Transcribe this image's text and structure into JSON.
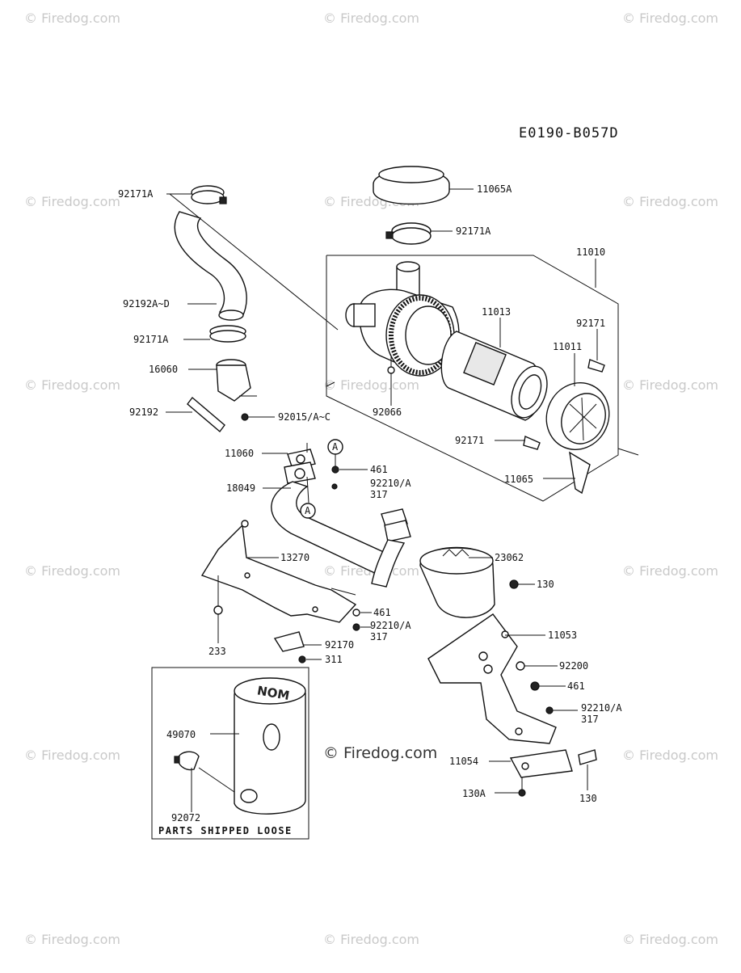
{
  "diagram_code": "E0190-B057D",
  "watermark_text": "© Firedog.com",
  "center_watermark": "© Firedog.com",
  "box_caption": "PARTS SHIPPED LOOSE",
  "callout_letter": "A",
  "labels": {
    "l_92171A_top": "92171A",
    "l_92192A_D": "92192A~D",
    "l_92171A_mid": "92171A",
    "l_16060": "16060",
    "l_92192": "92192",
    "l_92015": "92015/A~C",
    "l_11065A": "11065A",
    "l_92171A_right": "92171A",
    "l_11010": "11010",
    "l_11013": "11013",
    "l_92171_r": "92171",
    "l_11011": "11011",
    "l_92066": "92066",
    "l_92171_low": "92171",
    "l_11065": "11065",
    "l_11060": "11060",
    "l_18049": "18049",
    "l_461_a": "461",
    "l_92210A_a": "92210/A",
    "l_317_a": "317",
    "l_13270": "13270",
    "l_23062": "23062",
    "l_130_a": "130",
    "l_461_b": "461",
    "l_92210A_b": "92210/A",
    "l_317_b": "317",
    "l_11053": "11053",
    "l_233": "233",
    "l_92170": "92170",
    "l_311": "311",
    "l_92200": "92200",
    "l_461_c": "461",
    "l_92210A_c": "92210/A",
    "l_317_c": "317",
    "l_49070": "49070",
    "l_92072": "92072",
    "l_11054": "11054",
    "l_130A": "130A",
    "l_130_b": "130"
  }
}
